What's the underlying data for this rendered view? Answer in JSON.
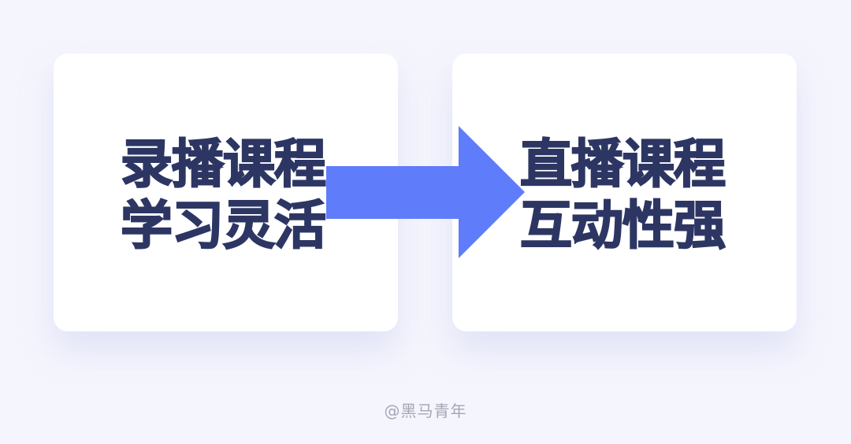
{
  "diagram": {
    "left_card": {
      "lines": [
        "录播课程",
        "学习灵活"
      ]
    },
    "right_card": {
      "lines": [
        "直播课程",
        "互动性强"
      ]
    },
    "arrow": {
      "direction": "right",
      "color": "#5a78fb"
    }
  },
  "watermark": "@黑马青年",
  "colors": {
    "background": "#f5f5fd",
    "card": "#ffffff",
    "text": "#2d3663",
    "accent": "#5a78fb",
    "watermark": "#a4a6b5"
  }
}
